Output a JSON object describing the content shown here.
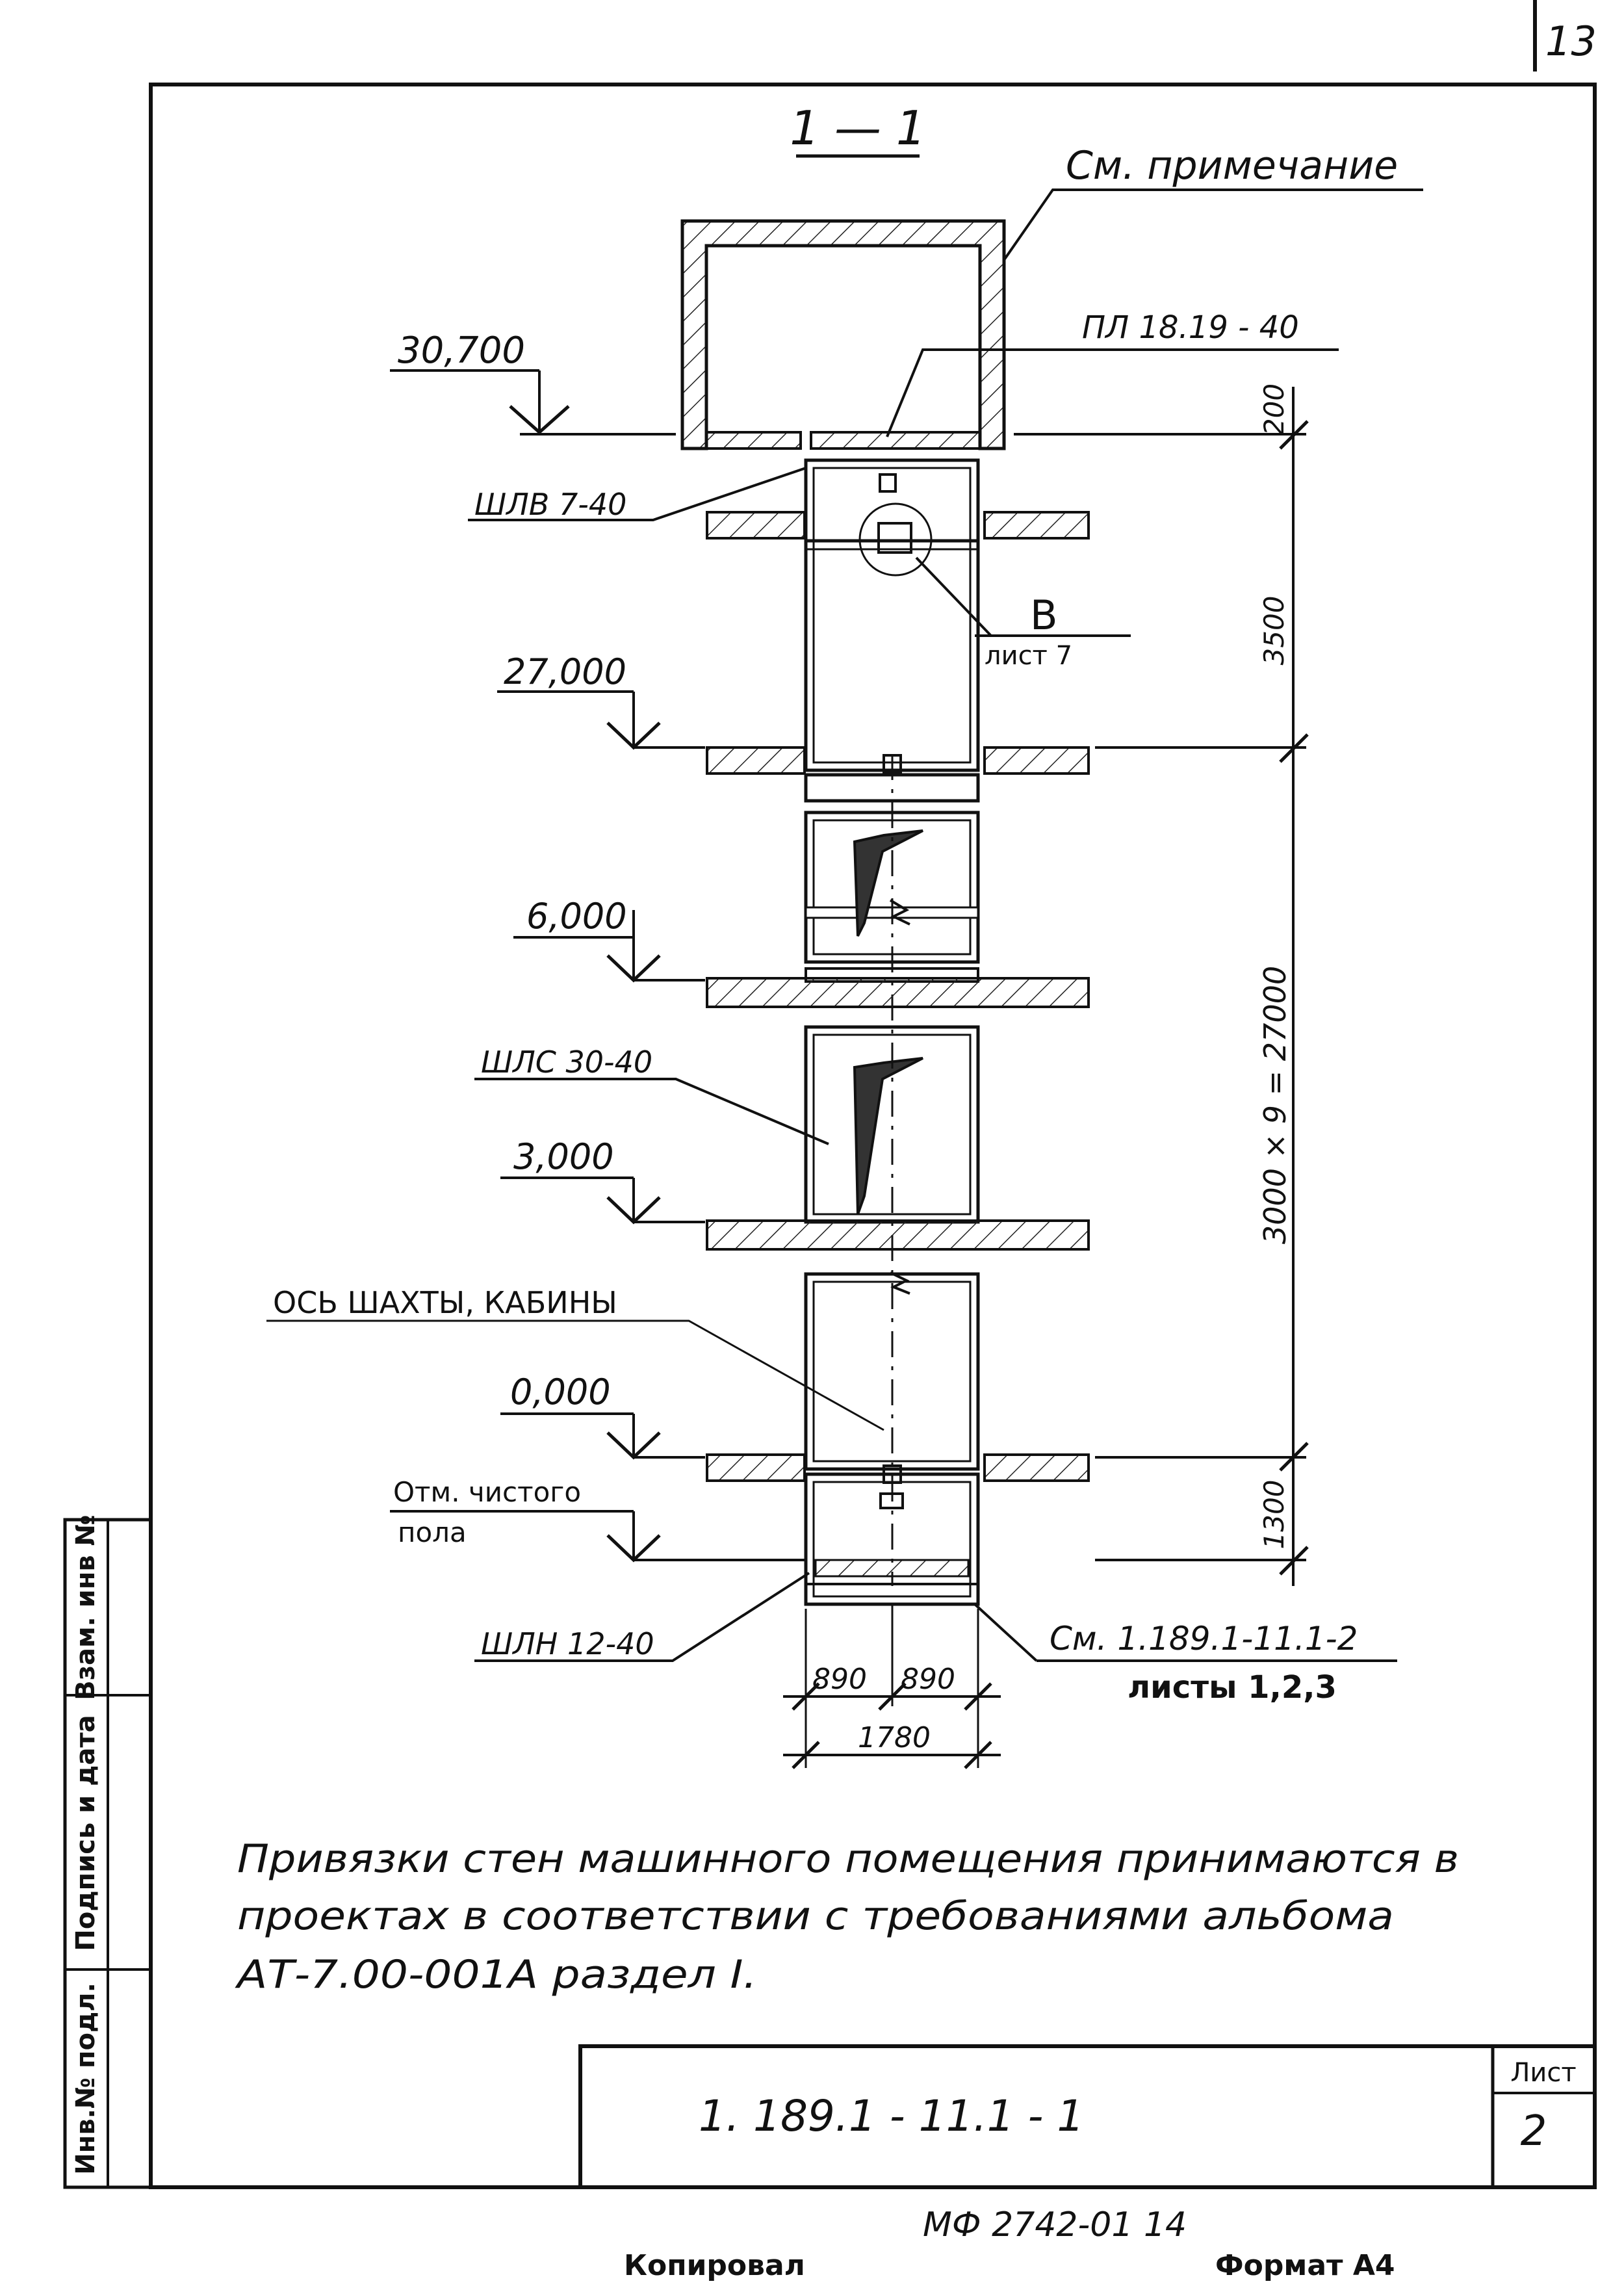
{
  "page_number": "13",
  "section_title": "1 — 1",
  "note_reference": "См. примечание",
  "elevations": {
    "top": "30,700",
    "level_27": "27,000",
    "level_6": "6,000",
    "level_3": "3,000",
    "level_0": "0,000"
  },
  "floor_label": {
    "line1": "Отм. чистого",
    "line2": "пола"
  },
  "components": {
    "roof_slab": "ПЛ 18.19 - 40",
    "top_shaft_block": "ШЛВ 7-40",
    "mid_shaft_block": "ШЛС 30-40",
    "pit_shaft_block": "ШЛН 12-40"
  },
  "axis_label": "ОСЬ ШАХТЫ, КАБИНЫ",
  "detail_ref": {
    "letter": "В",
    "sheet": "лист 7"
  },
  "dimensions": {
    "d200": "200",
    "d3500": "3500",
    "d_floors": "3000 × 9 = 27000",
    "d1300": "1300",
    "w890a": "890",
    "w890b": "890",
    "w1780": "1780"
  },
  "sheet_ref": {
    "line1": "См. 1.189.1-11.1-2",
    "line2": "листы  1,2,3"
  },
  "note_text": {
    "line1": "Привязки стен машинного помещения принимаются в",
    "line2": "проектах в соответствии с требованиями альбома",
    "line3": "АТ-7.00-001А раздел I."
  },
  "side_stamp": {
    "inv_orig": "Инв.№ подл.",
    "sign_date": "Подпись и дата",
    "replace_inv": "Взам. инв №"
  },
  "title_block": {
    "designation": "1. 189.1 - 11.1 - 1",
    "sheet_label": "Лист",
    "sheet_number": "2"
  },
  "footer": {
    "order": "МФ 2742-01    14",
    "copied": "Копировал",
    "format": "Формат А4"
  }
}
